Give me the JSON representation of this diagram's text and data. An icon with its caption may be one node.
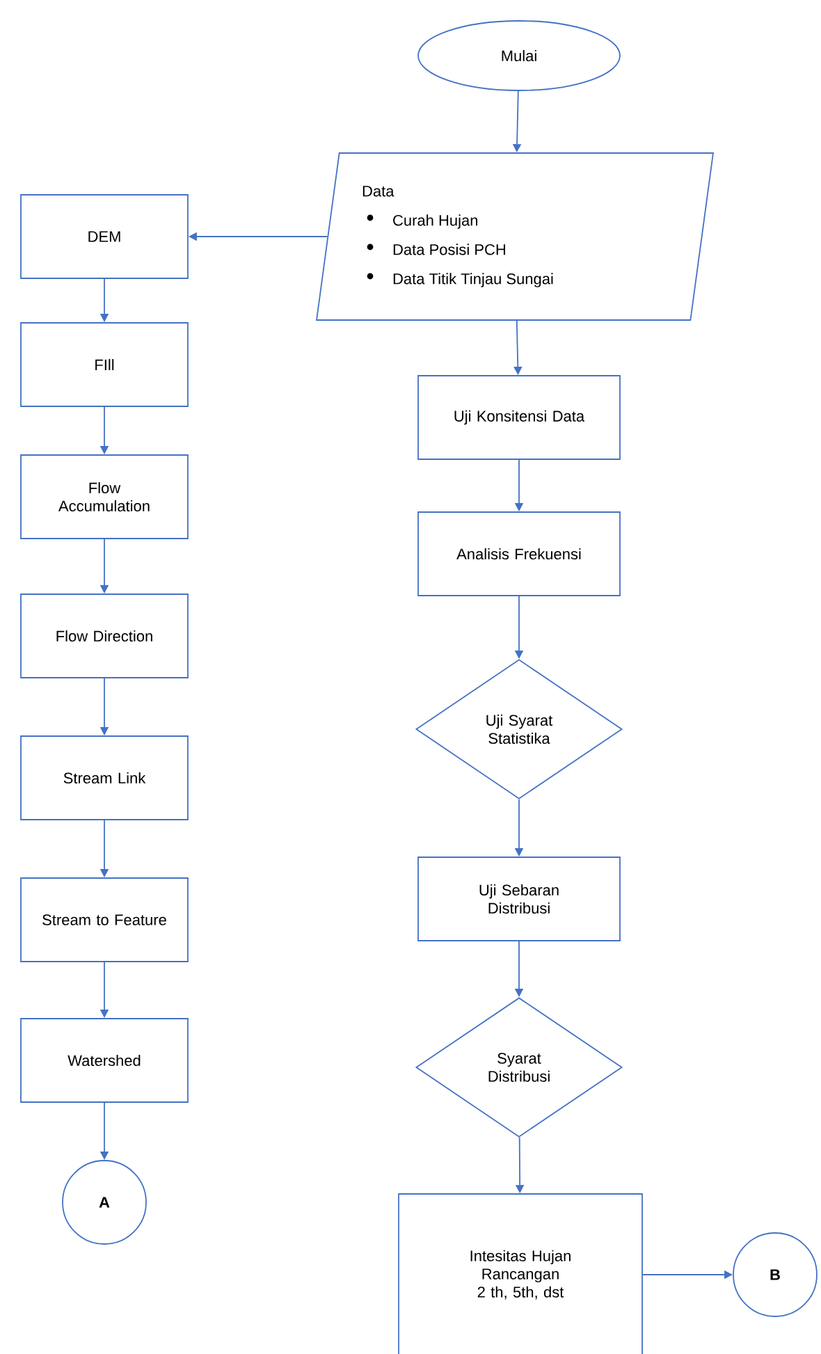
{
  "diagram": {
    "nodes": [
      {
        "text": [
          "Mulai"
        ]
      },
      {
        "text": [
          "Data",
          "Curah Hujan",
          "Data Posisi PCH",
          "Data Titik Tinjau Sungai"
        ]
      },
      {
        "text": [
          "DEM"
        ]
      },
      {
        "text": [
          "FIll"
        ]
      },
      {
        "text": [
          "Flow Accumulation"
        ]
      },
      {
        "text": [
          "Flow Direction"
        ]
      },
      {
        "text": [
          "Stream Link"
        ]
      },
      {
        "text": [
          "Stream to Feature"
        ]
      },
      {
        "text": [
          "Watershed"
        ]
      },
      {
        "text": [
          "A"
        ]
      },
      {
        "text": [
          "Uji Konsitensi Data"
        ]
      },
      {
        "text": [
          "Analisis Frekuensi"
        ]
      },
      {
        "text": [
          "Uji Syarat Statistika"
        ]
      },
      {
        "text": [
          "Uji Sebaran Distribusi"
        ]
      },
      {
        "text": [
          "Syarat Distribusi"
        ]
      },
      {
        "text": [
          "Intesitas Hujan Rancangan 2 th, 5th, dst"
        ]
      },
      {
        "text": [
          "B"
        ]
      }
    ],
    "edges": [
      {
        "from": 0,
        "to": 1,
        "arrow": "to"
      },
      {
        "from": 1,
        "to": 2,
        "arrow": "to"
      },
      {
        "from": 2,
        "to": 3,
        "arrow": "to"
      },
      {
        "from": 3,
        "to": 4,
        "arrow": "to"
      },
      {
        "from": 4,
        "to": 5,
        "arrow": "to"
      },
      {
        "from": 5,
        "to": 6,
        "arrow": "to"
      },
      {
        "from": 6,
        "to": 7,
        "arrow": "to"
      },
      {
        "from": 7,
        "to": 8,
        "arrow": "to"
      },
      {
        "from": 8,
        "to": 9,
        "arrow": "to"
      },
      {
        "from": 1,
        "to": 10,
        "arrow": "to"
      },
      {
        "from": 10,
        "to": 11,
        "arrow": "to"
      },
      {
        "from": 11,
        "to": 12,
        "arrow": "to"
      },
      {
        "from": 12,
        "to": 13,
        "arrow": "to"
      },
      {
        "from": 13,
        "to": 14,
        "arrow": "to"
      },
      {
        "from": 14,
        "to": 15,
        "arrow": "to"
      },
      {
        "from": 15,
        "to": 16,
        "arrow": "to"
      }
    ]
  }
}
